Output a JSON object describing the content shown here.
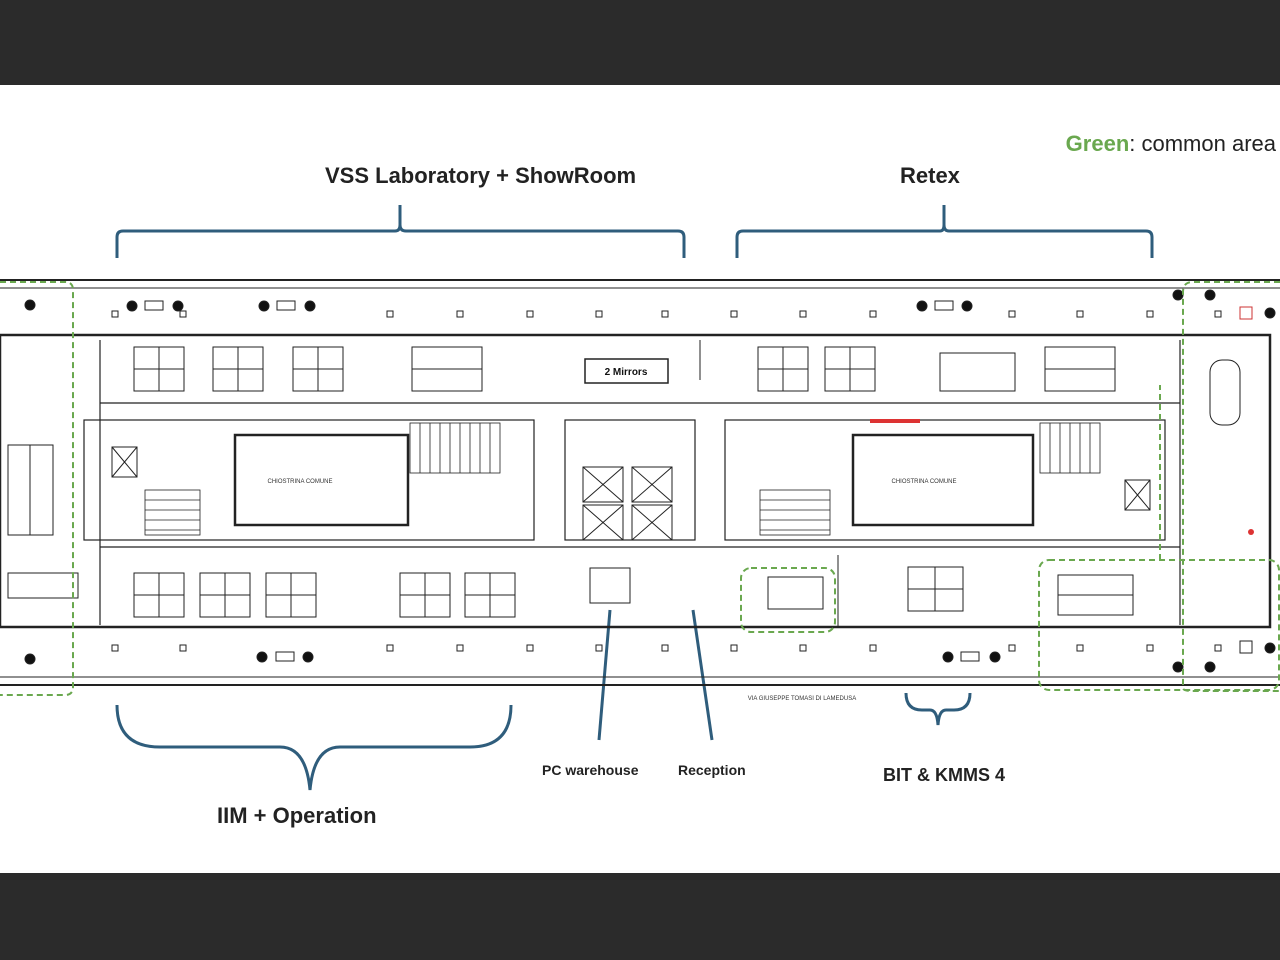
{
  "legend": {
    "keyword": "Green",
    "rest": ": common area"
  },
  "zones": {
    "vss": "VSS Laboratory + ShowRoom",
    "retex": "Retex",
    "iim": "IIM + Operation",
    "pc_warehouse": "PC warehouse",
    "reception": "Reception",
    "bit": "BIT & KMMS 4"
  },
  "plan": {
    "mirrors": "2 Mirrors",
    "chiostrina_left": "CHIOSTRINA COMUNE",
    "chiostrina_right": "CHIOSTRINA COMUNE",
    "street": "VIA GIUSEPPE TOMASI DI LAMEDUSA"
  },
  "colors": {
    "bracket": "#2f5d7c",
    "common_area": "#6aa84f",
    "wall": "#222222",
    "background": "#2b2b2b"
  }
}
